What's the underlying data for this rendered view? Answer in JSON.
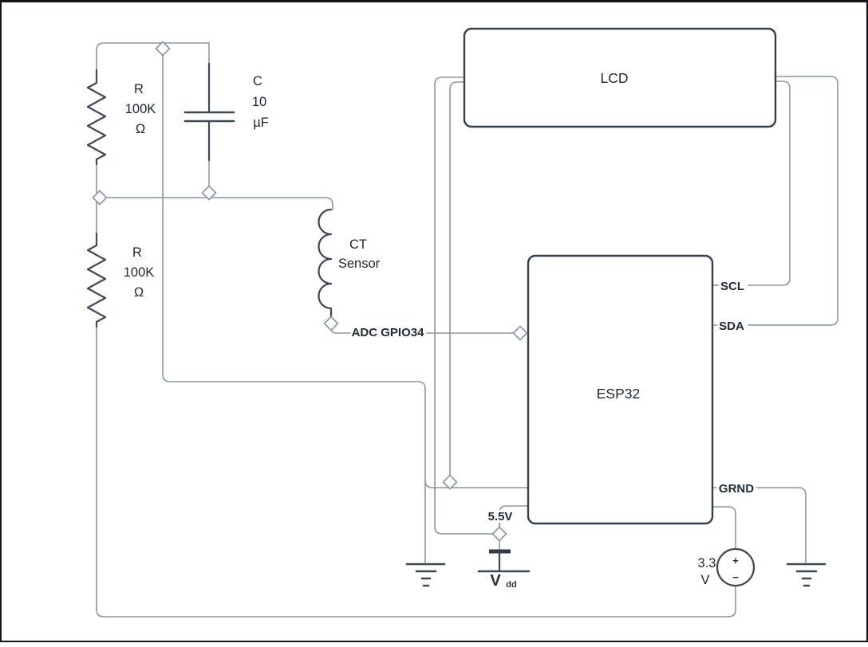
{
  "diagram": {
    "components": {
      "resistor_top": {
        "ref": "R",
        "value": "100K",
        "unit": "Ω"
      },
      "resistor_bottom": {
        "ref": "R",
        "value": "100K",
        "unit": "Ω"
      },
      "capacitor": {
        "ref": "C",
        "value": "10",
        "unit": "µF"
      },
      "ct_sensor": {
        "line1": "CT",
        "line2": "Sensor"
      },
      "lcd": {
        "label": "LCD"
      },
      "esp32": {
        "label": "ESP32"
      },
      "source": {
        "value": "3.3",
        "unit": "V",
        "plus": "+",
        "minus": "−"
      },
      "vdd": {
        "symbol": "V",
        "subscript": "dd"
      }
    },
    "labels": {
      "adc": "ADC GPIO34",
      "scl": "SCL",
      "sda": "SDA",
      "grnd": "GRND",
      "v55": "5.5V"
    },
    "colors": {
      "wire": "#8C96A4",
      "component": "#3E4856",
      "box_border": "#343E4C",
      "text": "#1E2530",
      "background": "#FFFFFF",
      "frame": "#12161B"
    }
  }
}
